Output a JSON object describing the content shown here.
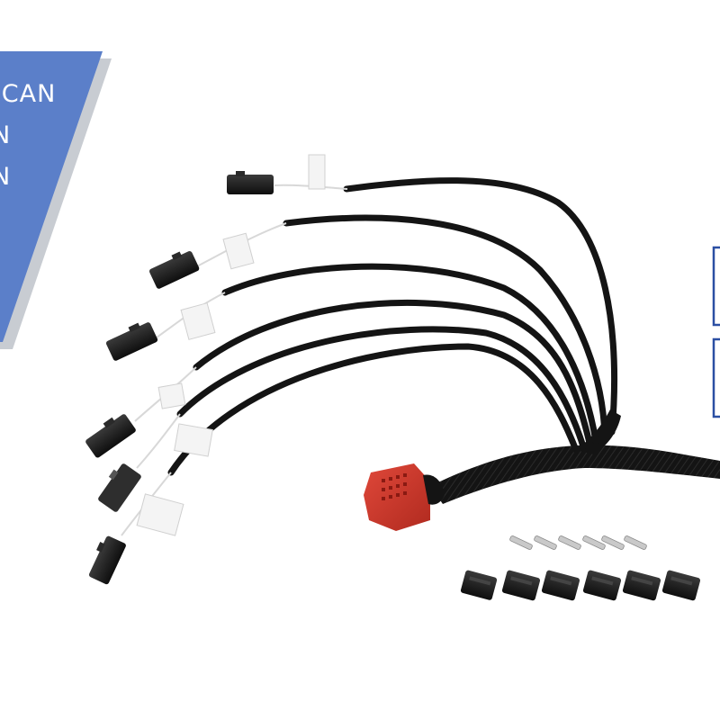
{
  "banner": {
    "lines": [
      "-CAN",
      "N",
      "N"
    ],
    "color": "#5b7fc9",
    "shadow_color": "#c8ccd2"
  },
  "side_boxes": {
    "border_color": "#2b4fa3",
    "count": 2
  },
  "harness": {
    "sheath_color": "#111111",
    "connector_color": "#1c1c1c",
    "main_plug_color": "#d23a2a",
    "branch_count": 7,
    "loose_connector_count": 6,
    "loose_pin_count": 6,
    "label_color": "#f4f4f4"
  }
}
